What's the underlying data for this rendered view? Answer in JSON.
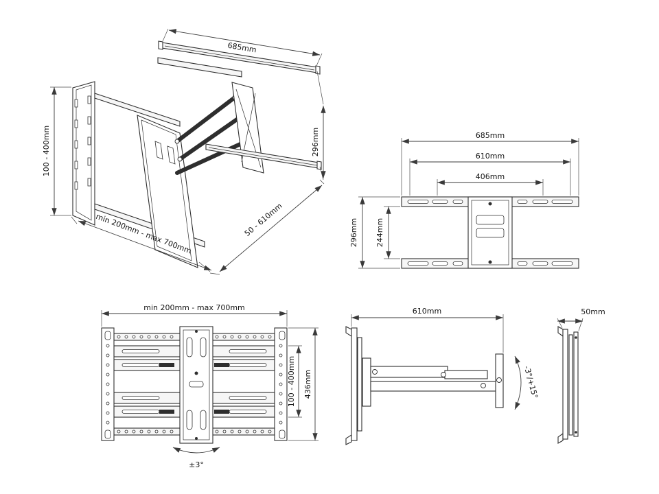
{
  "views": {
    "isometric": {
      "dim_rail_width": "685mm",
      "dim_vesa_height": "100 - 400mm",
      "dim_depth": "296mm",
      "dim_wall_range": "min 200mm - max 700mm",
      "dim_extension": "50 - 610mm"
    },
    "rear": {
      "dim_outer_width": "685mm",
      "dim_mid_width": "610mm",
      "dim_inner_width": "406mm",
      "dim_outer_height": "296mm",
      "dim_inner_height": "244mm"
    },
    "front": {
      "dim_width_range": "min 200mm - max 700mm",
      "dim_vesa_height": "100 - 400mm",
      "dim_total_height": "436mm",
      "dim_swivel": "±3°"
    },
    "side": {
      "dim_extension": "610mm",
      "dim_tilt": "-3°/+15°",
      "dim_profile_depth": "50mm"
    }
  }
}
